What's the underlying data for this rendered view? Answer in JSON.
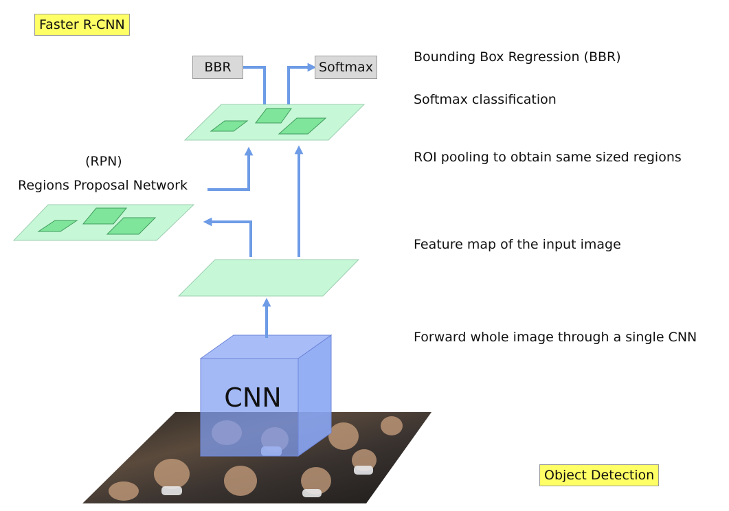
{
  "title_tag": "Faster R-CNN",
  "footer_tag": "Object Detection",
  "rpn": {
    "abbr": "(RPN)",
    "name": "Regions Proposal Network"
  },
  "outputs": {
    "bbr": "BBR",
    "softmax": "Softmax"
  },
  "cnn_label": "CNN",
  "steps": [
    "Bounding Box Regression (BBR)",
    "Softmax classification",
    "ROI pooling to obtain same sized regions",
    "Feature map of the input image",
    "Forward whole image through a single CNN"
  ],
  "colors": {
    "plane_fill": "#c6f7d6",
    "plane_stroke": "#9ccfb0",
    "region_fill": "#7fe59b",
    "arrow": "#6d9be6",
    "cnn_fill": "#7f9ef2",
    "tag_fill": "#ffff66",
    "output_box_fill": "#d9d9d9"
  }
}
